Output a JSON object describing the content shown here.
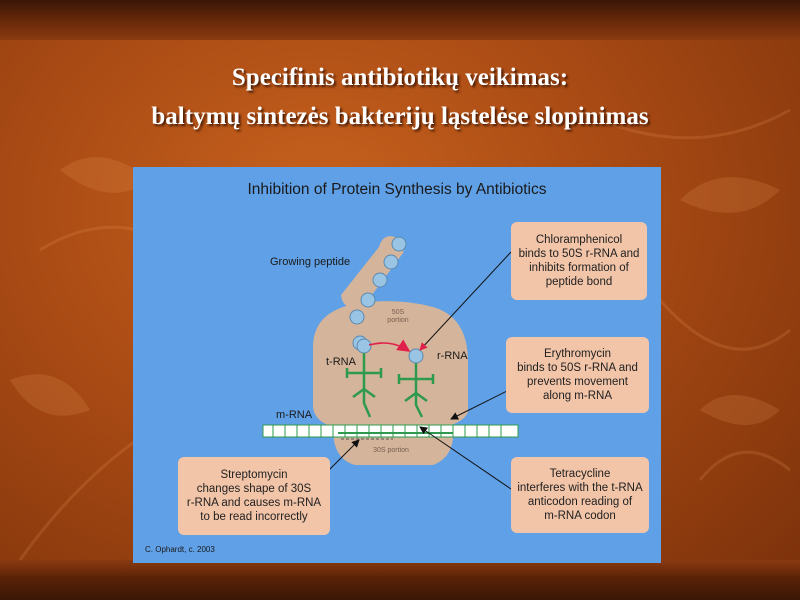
{
  "slide": {
    "title_line1": "Specifinis antibiotikų veikimas:",
    "title_line2": "baltymų sintezės bakterijų ląstelėse slopinimas"
  },
  "diagram": {
    "title": "Inhibition of Protein Synthesis by Antibiotics",
    "labels": {
      "growing_peptide": "Growing peptide",
      "portion_50s_line1": "50S",
      "portion_50s_line2": "portion",
      "t_rna": "t-RNA",
      "r_rna": "r-RNA",
      "m_rna": "m-RNA",
      "portion_30s": "30S portion"
    },
    "callouts": {
      "chloramphenicol": [
        "Chloramphenicol",
        "binds to 50S r-RNA and",
        "inhibits formation of",
        "peptide bond"
      ],
      "erythromycin": [
        "Erythromycin",
        "binds to 50S r-RNA and",
        "prevents movement",
        "along m-RNA"
      ],
      "streptomycin": [
        "Streptomycin",
        "changes shape of 30S",
        "r-RNA and causes m-RNA",
        "to be read incorrectly"
      ],
      "tetracycline": [
        "Tetracycline",
        "interferes with the t-RNA",
        "anticodon reading of",
        "m-RNA codon"
      ]
    },
    "credit": "C. Ophardt, c. 2003"
  },
  "colors": {
    "panel_bg": "#5fa0e6",
    "ribosome": "#d4b49a",
    "callout_bg": "#f2c4a8",
    "trna": "#2e9a4e",
    "peptide_bead": "#9ac4e4",
    "arrow_red": "#e0204a"
  }
}
